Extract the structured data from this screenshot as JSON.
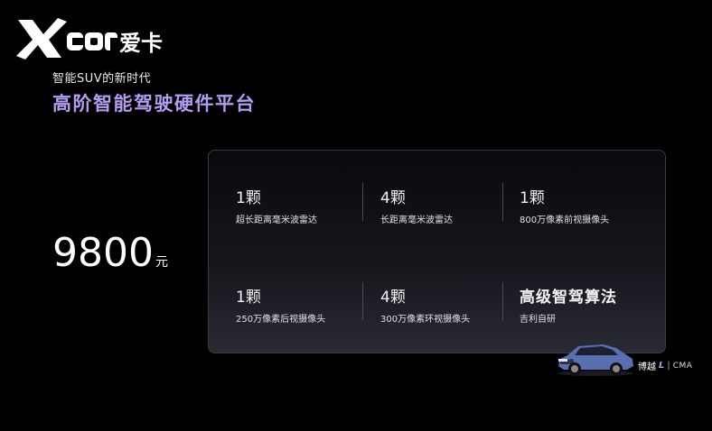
{
  "logo": {
    "text_a": "X",
    "text_b": "car",
    "text_c": "爱卡"
  },
  "header": {
    "subtitle": "智能SUV的新时代",
    "title": "高阶智能驾驶硬件平台"
  },
  "price": {
    "value": "9800",
    "unit": "元"
  },
  "specs": [
    {
      "value": "1颗",
      "label": "超长距离毫米波雷达"
    },
    {
      "value": "4颗",
      "label": "长距离毫米波雷达"
    },
    {
      "value": "1颗",
      "label": "800万像素前视摄像头"
    },
    {
      "value": "1颗",
      "label": "250万像素后视摄像头"
    },
    {
      "value": "4颗",
      "label": "300万像素环视摄像头"
    },
    {
      "value": "高级智驾算法",
      "label": "吉利自研"
    }
  ],
  "brand": {
    "name": "博越",
    "accent": "L",
    "separator": "|",
    "platform": "CMA"
  },
  "colors": {
    "title": "#b49cf0",
    "background": "#000000",
    "car_body": "#5a6fb0"
  }
}
